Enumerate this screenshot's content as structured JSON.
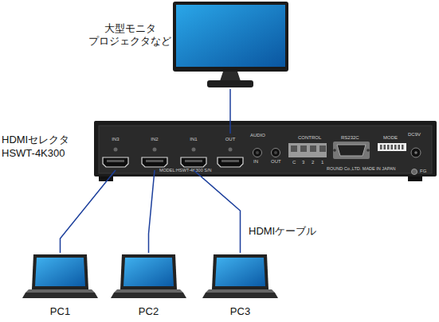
{
  "diagram": {
    "nodes": [
      {
        "text": [
          "大型モニタ プロジェクタなど"
        ]
      },
      {
        "text": [
          "HDMIセレクタ HSWT-4K300"
        ]
      },
      {
        "text": [
          "IN3"
        ],
        "in": 1
      },
      {
        "text": [
          "IN2"
        ],
        "in": 1
      },
      {
        "text": [
          "IN1"
        ],
        "in": 1
      },
      {
        "text": [
          "OUT"
        ],
        "in": 1
      },
      {
        "text": [
          "PC1"
        ]
      },
      {
        "text": [
          "PC2"
        ]
      },
      {
        "text": [
          "PC3"
        ]
      }
    ],
    "edges": [
      {
        "from": 6,
        "to": 2,
        "arrow": "none"
      },
      {
        "from": 7,
        "to": 3,
        "arrow": "none"
      },
      {
        "from": 8,
        "to": 4,
        "arrow": "none"
      },
      {
        "from": 5,
        "to": 0,
        "arrow": "none"
      }
    ],
    "labels": [
      "HDMIケーブル",
      "AUDIO",
      "IN",
      "OUT",
      "CONTROL",
      "C",
      "3",
      "2",
      "1",
      "RS232C",
      "MODE",
      "DC9V",
      "MODEL:HSWT-4K300 S/N",
      "ROUND Co.,LTD. MADE IN JAPAN",
      "FG"
    ]
  }
}
